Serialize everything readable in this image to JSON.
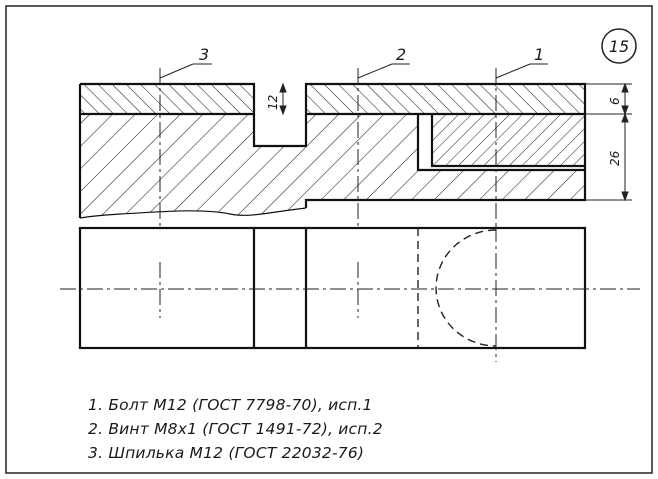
{
  "sheet_number": "15",
  "callouts": [
    "1",
    "2",
    "3"
  ],
  "dimensions": {
    "slot_depth": "12",
    "top_plate": "6",
    "lower_block": "26"
  },
  "notes": [
    "1. Болт М12 (ГОСТ 7798-70), исп.1",
    "2. Винт М8х1 (ГОСТ 1491-72), исп.2",
    "3. Шпилька М12 (ГОСТ 22032-76)"
  ]
}
